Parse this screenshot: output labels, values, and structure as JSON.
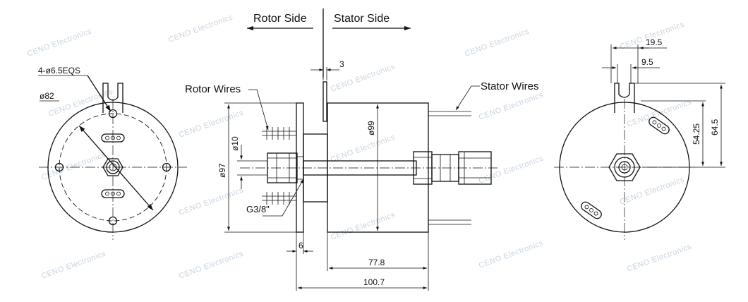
{
  "header": {
    "rotor_side": "Rotor Side",
    "stator_side": "Stator Side"
  },
  "labels": {
    "rotor_wires": "Rotor Wires",
    "stator_wires": "Stator Wires",
    "holes": "4-ø6.5EQS",
    "bolt_circle": "ø82",
    "thread": "G3/8\""
  },
  "dimensions": {
    "flange_thickness_top": "3",
    "flange_diameter": "ø97",
    "shaft_diameter": "ø10",
    "body_diameter": "ø99",
    "flange_thickness_bottom": "6",
    "body_length": "77.8",
    "overall_length": "100.7",
    "slot_width": "19.5",
    "slot_inner": "9.5",
    "center_height": "54.25",
    "overall_height": "64.5"
  },
  "watermark": "CENO Electronics",
  "colors": {
    "line": "#111111",
    "watermark": "#c9d4de",
    "background": "#ffffff"
  }
}
